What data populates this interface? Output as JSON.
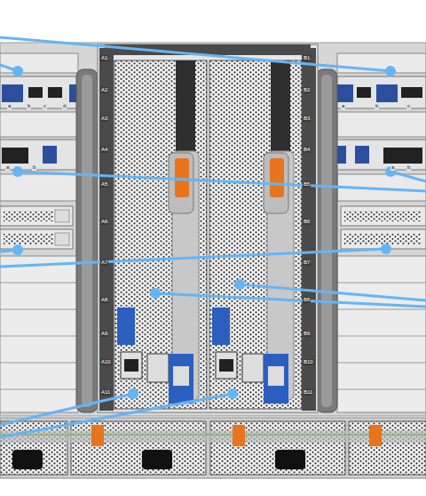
{
  "diagram": {
    "labels": [
      "A1",
      "A2",
      "A3",
      "A4",
      "A5",
      "A6",
      "A7",
      "A8",
      "A9",
      "A10",
      "A11",
      "B1",
      "B2",
      "B3",
      "B4",
      "B5",
      "B6",
      "B7",
      "B8",
      "B9",
      "B10",
      "B11",
      "a",
      "b",
      "c",
      "d",
      "a",
      "b",
      "c",
      "a",
      "b",
      "a",
      "b"
    ]
  }
}
